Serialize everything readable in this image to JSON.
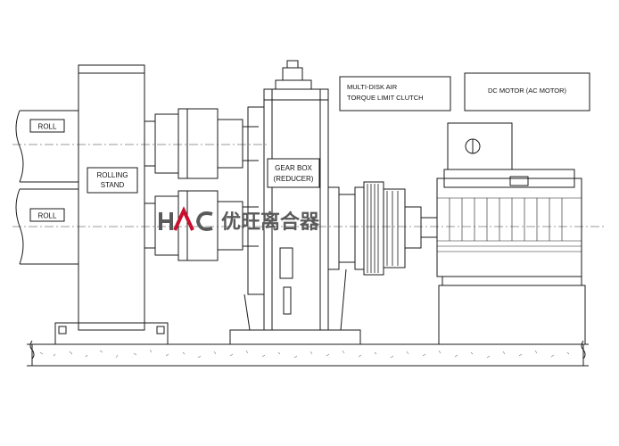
{
  "labels": {
    "roll_top": "ROLL",
    "roll_bottom": "ROLL",
    "rolling_stand_line1": "ROLLING",
    "rolling_stand_line2": "STAND",
    "gear_box_line1": "GEAR BOX",
    "gear_box_line2": "(REDUCER)",
    "clutch_line1": "MULTI-DISK AIR",
    "clutch_line2": "TORQUE LIMIT  CLUTCH",
    "motor": "DC MOTOR (AC MOTOR)"
  },
  "watermark": {
    "logo": "HAC",
    "text": "优旺离合器"
  },
  "colors": {
    "line": "#1a1a1a",
    "watermark_red": "#c8102e",
    "watermark_gray": "#5a5a5a"
  }
}
